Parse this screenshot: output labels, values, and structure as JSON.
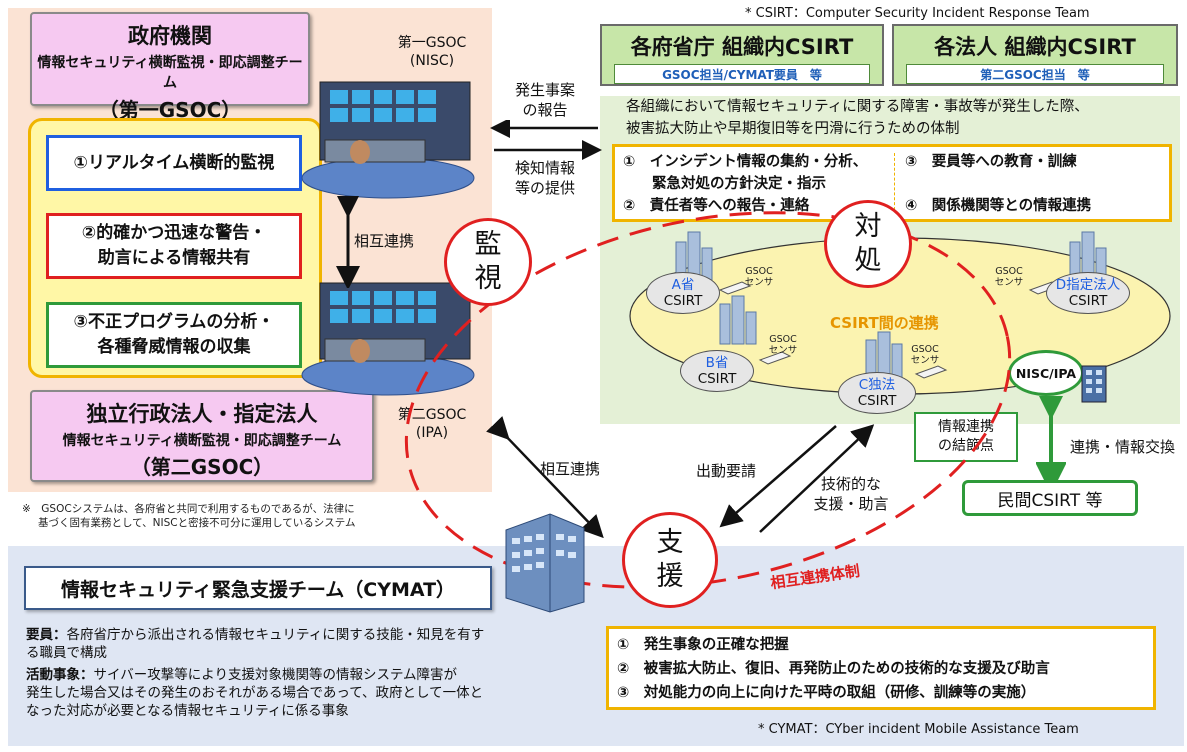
{
  "notes": {
    "csirt_footnote": "* CSIRT：Computer Security Incident Response Team",
    "cymat_footnote": "* CYMAT：CYber incident Mobile Assistance Team",
    "gsoc_note_line1": "※　GSOCシステムは、各府省と共同で利用するものであるが、法律に",
    "gsoc_note_line2": "基づく固有業務として、NISCと密接不可分に運用しているシステム"
  },
  "gsoc1": {
    "title": "政府機関",
    "subtitle": "情報セキュリティ横断監視・即応調整チーム",
    "paren": "（第一GSOC）",
    "label_line1": "第一GSOC",
    "label_line2": "(NISC)"
  },
  "gsoc2": {
    "title": "独立行政法人・指定法人",
    "subtitle": "情報セキュリティ横断監視・即応調整チーム",
    "paren": "（第二GSOC）",
    "label_line1": "第二GSOC",
    "label_line2": "(IPA)"
  },
  "gsoc_functions": [
    {
      "line1": "①リアルタイム横断的監視",
      "line2": "",
      "color": "#1f5fe0"
    },
    {
      "line1": "②的確かつ迅速な警告・",
      "line2": "助言による情報共有",
      "color": "#e02020"
    },
    {
      "line1": "③不正プログラムの分析・",
      "line2": "各種脅威情報の収集",
      "color": "#2f9a3a"
    }
  ],
  "arrows": {
    "mutual1": "相互連携",
    "report_line1": "発生事案",
    "report_line2": "の報告",
    "detect_line1": "検知情報",
    "detect_line2": "等の提供",
    "mutual2": "相互連携",
    "dispatch": "出動要請",
    "support_line1": "技術的な",
    "support_line2": "支援・助言",
    "exchange": "連携・情報交換",
    "mutual_system": "相互連携体制"
  },
  "circles": {
    "monitor_line1": "監",
    "monitor_line2": "視",
    "respond_line1": "対",
    "respond_line2": "処",
    "assist_line1": "支",
    "assist_line2": "援"
  },
  "csirt": {
    "ministry_title": "各府省庁 組織内CSIRT",
    "ministry_sub": "GSOC担当/CYMAT要員　等",
    "corp_title": "各法人 組織内CSIRT",
    "corp_sub": "第二GSOC担当　等",
    "desc_line1": "各組織において情報セキュリティに関する障害・事故等が発生した際、",
    "desc_line2": "被害拡大防止や早期復旧等を円滑に行うための体制",
    "duties": [
      "①　インシデント情報の集約・分析、",
      "　　緊急対処の方針決定・指示",
      "②　責任者等への報告・連絡",
      "③　要員等への教育・訓練",
      "④　関係機関等との情報連携"
    ],
    "link_label": "CSIRT間の連携",
    "nodes": [
      {
        "name": "A省",
        "sub": "CSIRT"
      },
      {
        "name": "B省",
        "sub": "CSIRT"
      },
      {
        "name": "C独法",
        "sub": "CSIRT"
      },
      {
        "name": "D指定法人",
        "sub": "CSIRT"
      }
    ],
    "sensor_line1": "GSOC",
    "sensor_line2": "センサ",
    "nisc_ipa": "NISC/IPA",
    "node_point_line1": "情報連携",
    "node_point_line2": "の結節点",
    "private": "民間CSIRT 等"
  },
  "cymat": {
    "title": "情報セキュリティ緊急支援チーム（CYMAT）",
    "member_label": "要員：",
    "member_text_line1": "各府省庁から派出される情報セキュリティに関する技能・知見を有す",
    "member_text_line2": "る職員で構成",
    "activity_label": "活動事象：",
    "activity_text_line1": "サイバー攻撃等により支援対象機関等の情報システム障害が",
    "activity_text_line2": "発生した場合又はその発生のおそれがある場合であって、政府として一体と",
    "activity_text_line3": "なった対応が必要となる情報セキュリティに係る事象",
    "duties": [
      "①　発生事象の正確な把握",
      "②　被害拡大防止、復旧、再発防止のための技術的な支援及び助言",
      "③　対処能力の向上に向けた平時の取組（研修、訓練等の実施）"
    ]
  },
  "colors": {
    "red": "#e02020",
    "green": "#2f9a3a",
    "blue": "#1f5fe0",
    "yellow": "#f0b400"
  }
}
